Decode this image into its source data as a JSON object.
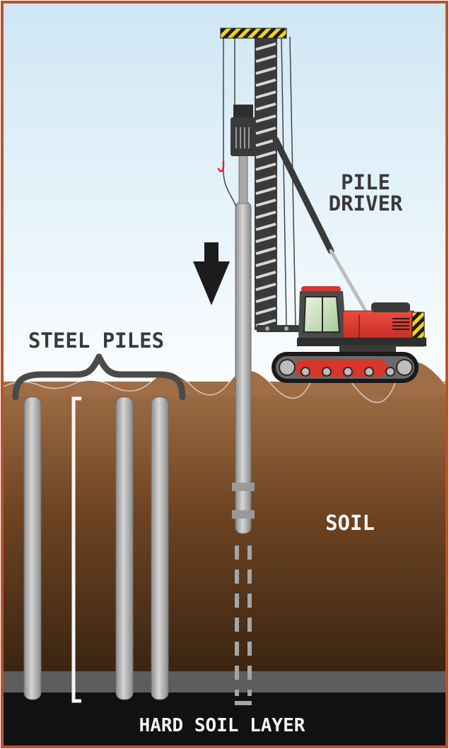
{
  "labels": {
    "pile_driver_line1": "PILE",
    "pile_driver_line2": "DRIVER",
    "steel_piles": "STEEL PILES",
    "soil": "SOIL",
    "hard_soil_layer": "HARD SOIL LAYER"
  },
  "colors": {
    "frame": "#c0502a",
    "sky_top": "#cfe7f4",
    "sky_bottom": "#fafdff",
    "soil_top": "#9a6a44",
    "soil_bottom": "#3e2712",
    "hard_layer": "#111111",
    "hard_band": "#5d5d5d",
    "pile": "#b4b4b4",
    "machine_red": "#d8352c",
    "mast_dark": "#3a3a3a",
    "label_text": "#3a3a3a"
  }
}
